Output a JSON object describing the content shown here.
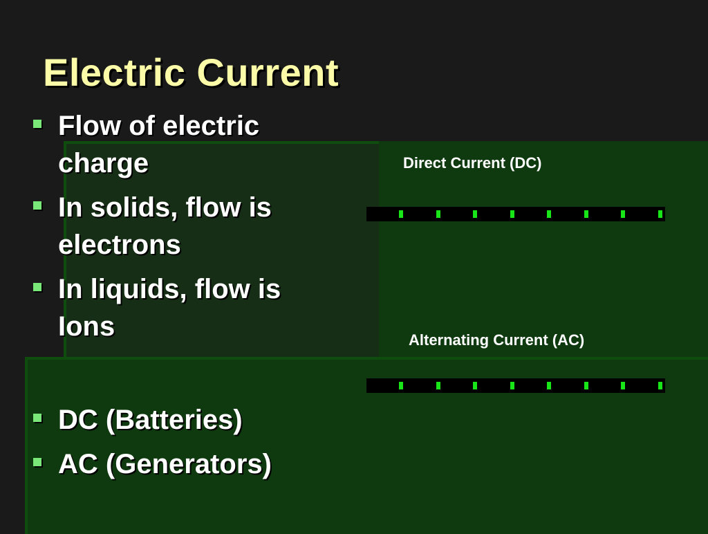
{
  "slide": {
    "title": "Electric Current",
    "bullets_upper": [
      "Flow of electric charge",
      "In solids, flow is electrons",
      "In liquids, flow is Ions"
    ],
    "bullets_lower": [
      "DC (Batteries)",
      "AC (Generators)"
    ],
    "diagram": {
      "dc_label": "Direct Current (DC)",
      "ac_label": "Alternating Current (AC)",
      "charges_per_wire": 8
    },
    "colors": {
      "background": "#1a1a1a",
      "panel_green": "#0f3a0f",
      "title": "#fbfba8",
      "bullet_marker": "#79e879",
      "charge": "#19e619"
    }
  }
}
